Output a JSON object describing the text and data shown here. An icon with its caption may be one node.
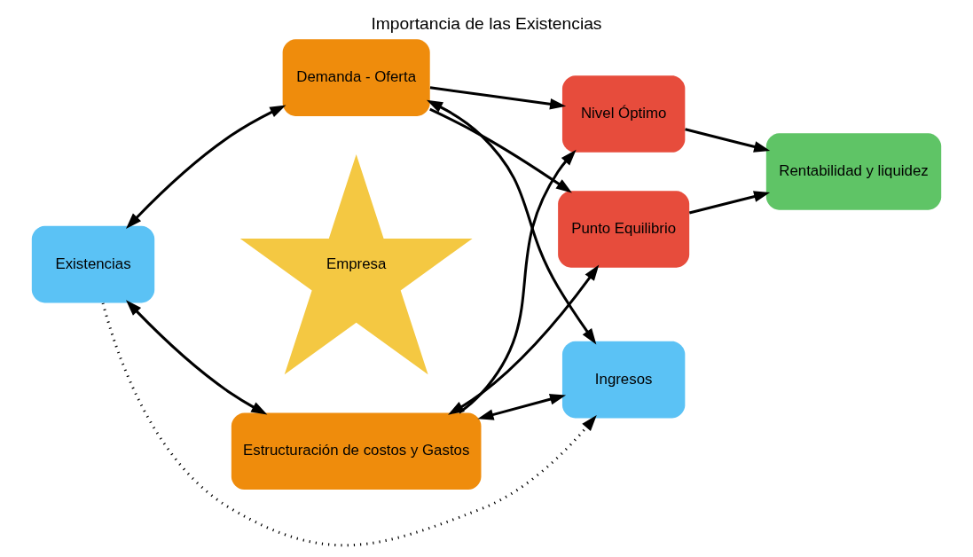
{
  "diagram": {
    "title": "Importancia de las Existencias",
    "nodes": [
      {
        "text": [
          "Demanda - Oferta"
        ]
      },
      {
        "text": [
          "Punto Equilibrio"
        ]
      },
      {
        "text": [
          "Existencias"
        ]
      },
      {
        "text": [
          "Empresa"
        ]
      },
      {
        "text": [
          "Ingresos"
        ]
      },
      {
        "text": [
          "Rentabilidad y liquidez"
        ]
      },
      {
        "text": [
          "Estructuración de costos y Gastos"
        ]
      },
      {
        "text": [
          "Nivel Óptimo"
        ]
      }
    ],
    "edges": [
      {
        "from": 2,
        "to": 0,
        "arrow": "both"
      },
      {
        "from": 2,
        "to": 6,
        "arrow": "both"
      },
      {
        "from": 0,
        "to": 4,
        "arrow": "both"
      },
      {
        "from": 6,
        "to": 4,
        "arrow": "both"
      },
      {
        "from": 0,
        "to": 1,
        "arrow": "to"
      },
      {
        "from": 6,
        "to": 1,
        "arrow": "both"
      },
      {
        "from": 0,
        "to": 7,
        "arrow": "to"
      },
      {
        "from": 6,
        "to": 7,
        "arrow": "to"
      },
      {
        "from": 1,
        "to": 5,
        "arrow": "to"
      },
      {
        "from": 7,
        "to": 5,
        "arrow": "to"
      },
      {
        "from": 2,
        "to": 4,
        "arrow": "to",
        "style": "dashed"
      }
    ]
  }
}
